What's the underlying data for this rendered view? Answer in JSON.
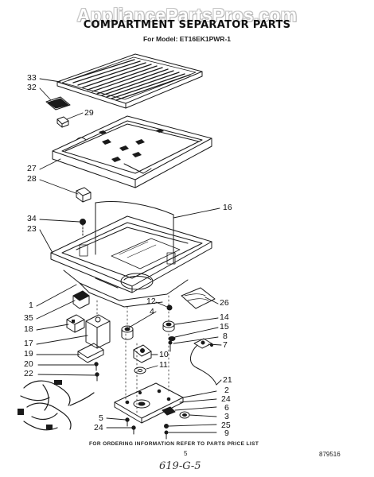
{
  "watermark": "AppliancePartsPros.com",
  "title": "COMPARTMENT SEPARATOR PARTS",
  "model_line": "For Model: ET16EK1PWR-1",
  "footer_note": "FOR ORDERING INFORMATION REFER TO PARTS PRICE LIST",
  "page_number": "5",
  "doc_code": "879516",
  "handwritten_note": "619-G-5",
  "callouts": [
    "33",
    "32",
    "29",
    "27",
    "28",
    "16",
    "34",
    "23",
    "1",
    "35",
    "18",
    "17",
    "19",
    "20",
    "22",
    "12",
    "4",
    "26",
    "14",
    "15",
    "8",
    "7",
    "10",
    "11",
    "21",
    "2",
    "24",
    "6",
    "3",
    "25",
    "9",
    "5",
    "24"
  ]
}
